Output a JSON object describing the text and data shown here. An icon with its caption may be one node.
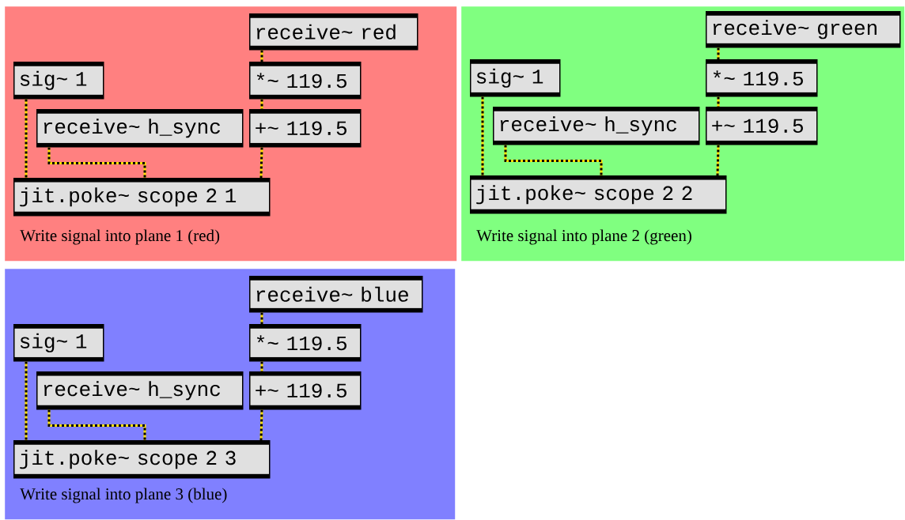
{
  "diagram": {
    "nodes": [
      {
        "text": [
          "Write signal into plane 1 (red)"
        ]
      },
      {
        "text": [
          "receive~ red"
        ],
        "in": 0
      },
      {
        "text": [
          "sig~ 1"
        ],
        "in": 0
      },
      {
        "text": [
          "*~ 119.5"
        ],
        "in": 0
      },
      {
        "text": [
          "receive~ h_sync"
        ],
        "in": 0
      },
      {
        "text": [
          "+~ 119.5"
        ],
        "in": 0
      },
      {
        "text": [
          "jit.poke~ scope 2 1"
        ],
        "in": 0
      },
      {
        "text": [
          "Write signal into plane 2 (green)"
        ]
      },
      {
        "text": [
          "receive~ green"
        ],
        "in": 7
      },
      {
        "text": [
          "sig~ 1"
        ],
        "in": 7
      },
      {
        "text": [
          "*~ 119.5"
        ],
        "in": 7
      },
      {
        "text": [
          "receive~ h_sync"
        ],
        "in": 7
      },
      {
        "text": [
          "+~ 119.5"
        ],
        "in": 7
      },
      {
        "text": [
          "jit.poke~ scope 2 2"
        ],
        "in": 7
      },
      {
        "text": [
          "Write signal into plane 3 (blue)"
        ]
      },
      {
        "text": [
          "receive~ blue"
        ],
        "in": 14
      },
      {
        "text": [
          "sig~ 1"
        ],
        "in": 14
      },
      {
        "text": [
          "*~ 119.5"
        ],
        "in": 14
      },
      {
        "text": [
          "receive~ h_sync"
        ],
        "in": 14
      },
      {
        "text": [
          "+~ 119.5"
        ],
        "in": 14
      },
      {
        "text": [
          "jit.poke~ scope 2 3"
        ],
        "in": 14
      }
    ],
    "edges": [
      {
        "from": 1,
        "to": 3,
        "arrow": "none"
      },
      {
        "from": 3,
        "to": 5,
        "arrow": "none"
      },
      {
        "from": 2,
        "to": 6,
        "arrow": "none"
      },
      {
        "from": 4,
        "to": 6,
        "arrow": "none"
      },
      {
        "from": 5,
        "to": 6,
        "arrow": "none"
      },
      {
        "from": 8,
        "to": 10,
        "arrow": "none"
      },
      {
        "from": 10,
        "to": 12,
        "arrow": "none"
      },
      {
        "from": 9,
        "to": 13,
        "arrow": "none"
      },
      {
        "from": 11,
        "to": 13,
        "arrow": "none"
      },
      {
        "from": 12,
        "to": 13,
        "arrow": "none"
      },
      {
        "from": 15,
        "to": 17,
        "arrow": "none"
      },
      {
        "from": 17,
        "to": 19,
        "arrow": "none"
      },
      {
        "from": 16,
        "to": 20,
        "arrow": "none"
      },
      {
        "from": 18,
        "to": 20,
        "arrow": "none"
      },
      {
        "from": 19,
        "to": 20,
        "arrow": "none"
      }
    ]
  }
}
